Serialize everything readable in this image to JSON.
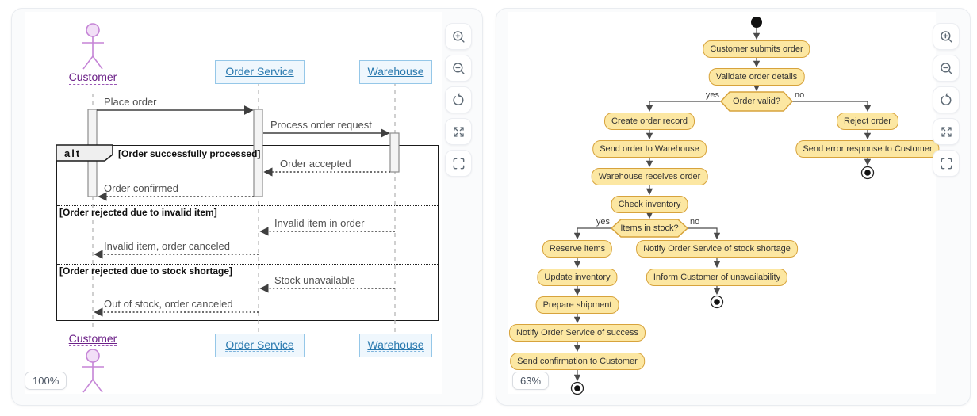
{
  "sequence_diagram": {
    "zoom_level": "100%",
    "participants": [
      {
        "name": "Customer",
        "type": "actor"
      },
      {
        "name": "Order Service",
        "type": "participant"
      },
      {
        "name": "Warehouse",
        "type": "participant"
      }
    ],
    "alt_frame": {
      "operator": "alt",
      "conditions": [
        "[Order successfully processed]",
        "[Order rejected due to invalid item]",
        "[Order rejected due to stock shortage]"
      ]
    },
    "messages": [
      {
        "label": "Place order",
        "from": "Customer",
        "to": "Order Service",
        "style": "solid"
      },
      {
        "label": "Process order request",
        "from": "Order Service",
        "to": "Warehouse",
        "style": "solid"
      },
      {
        "label": "Order accepted",
        "from": "Warehouse",
        "to": "Order Service",
        "style": "dashed"
      },
      {
        "label": "Order confirmed",
        "from": "Order Service",
        "to": "Customer",
        "style": "dashed"
      },
      {
        "label": "Invalid item in order",
        "from": "Warehouse",
        "to": "Order Service",
        "style": "dashed"
      },
      {
        "label": "Invalid item, order canceled",
        "from": "Order Service",
        "to": "Customer",
        "style": "dashed"
      },
      {
        "label": "Stock unavailable",
        "from": "Warehouse",
        "to": "Order Service",
        "style": "dashed"
      },
      {
        "label": "Out of stock, order canceled",
        "from": "Order Service",
        "to": "Customer",
        "style": "dashed"
      }
    ]
  },
  "activity_diagram": {
    "zoom_level": "63%",
    "nodes": {
      "submit": "Customer submits order",
      "validate": "Validate order details",
      "create": "Create order record",
      "send_wh": "Send order to Warehouse",
      "wh_receives": "Warehouse receives order",
      "check_inv": "Check inventory",
      "reserve": "Reserve items",
      "update_inv": "Update inventory",
      "prepare": "Prepare shipment",
      "notify_success": "Notify Order Service of success",
      "confirm": "Send confirmation to Customer",
      "notify_shortage": "Notify Order Service of stock shortage",
      "inform_unavail": "Inform Customer of unavailability",
      "reject": "Reject order",
      "error_resp": "Send error response to Customer"
    },
    "decisions": [
      {
        "label": "Order valid?",
        "yes": "yes",
        "no": "no"
      },
      {
        "label": "Items in stock?",
        "yes": "yes",
        "no": "no"
      }
    ]
  },
  "controls": {
    "buttons": [
      "zoom-in",
      "zoom-out",
      "reset-view",
      "expand",
      "fit-view"
    ]
  },
  "colors": {
    "activity_fill": "#FCE7A2",
    "activity_border": "#D7A33C",
    "participant_fill": "#EFF7FD",
    "participant_border": "#95C7E8",
    "participant_text": "#2878AE",
    "actor_stroke": "#C584D6",
    "actor_text": "#6B1F87",
    "arrow": "#454545"
  }
}
